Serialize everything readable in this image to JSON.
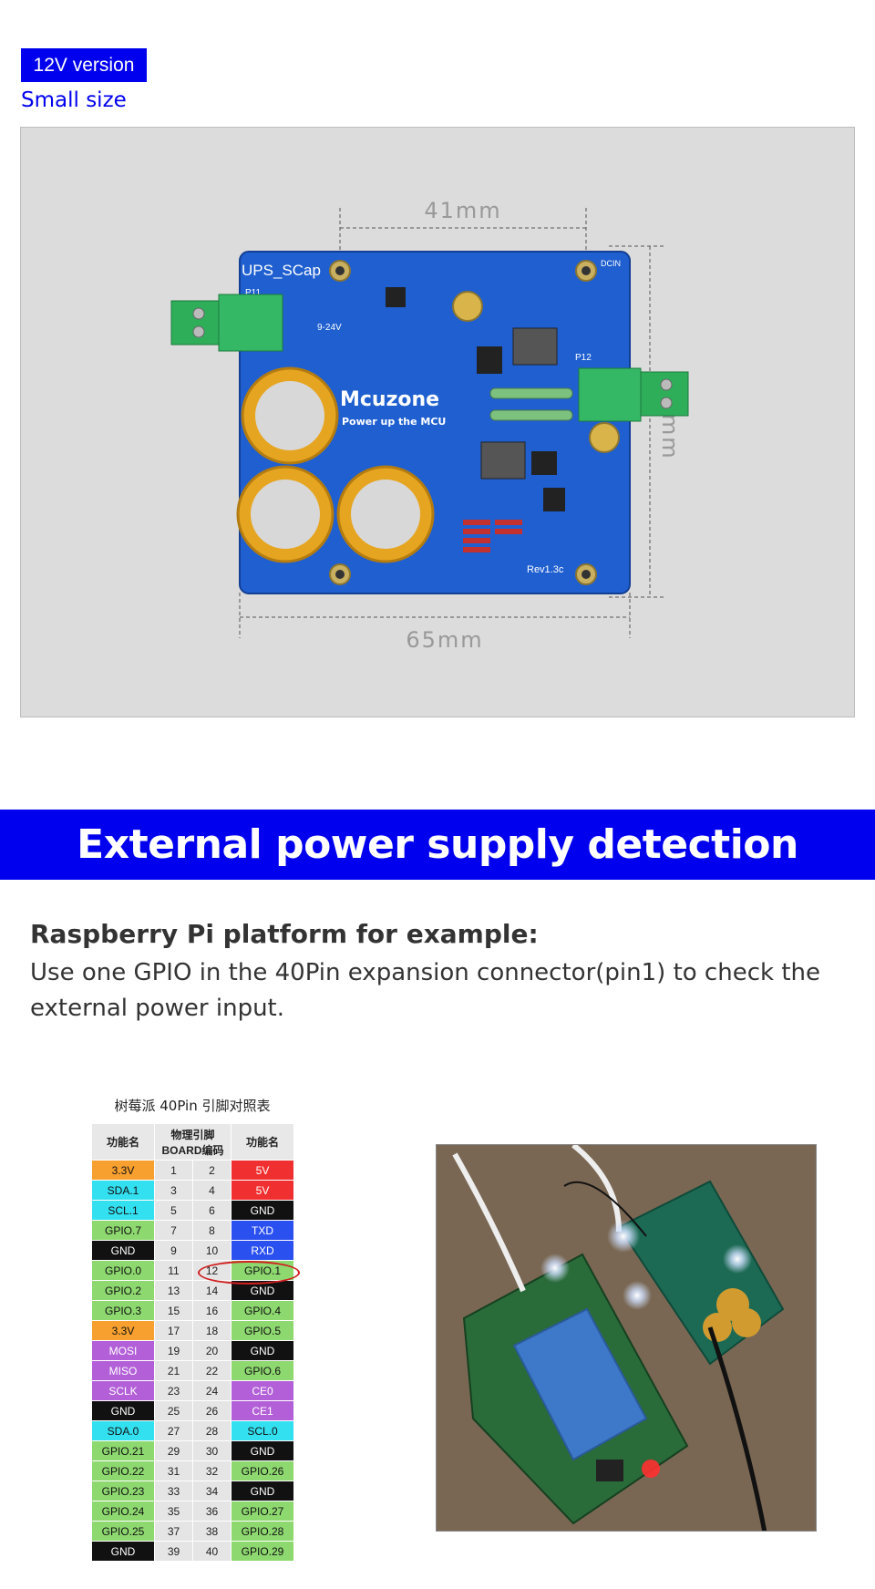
{
  "header": {
    "badge": "12V version",
    "subtitle": "Small size"
  },
  "board": {
    "width_label": "41mm",
    "full_width_label": "65mm",
    "height_label": "58mm",
    "name": "UPS_SCap",
    "logo": "Mcuzone",
    "slogan": "Power up the MCU",
    "voltage": "9-24V",
    "revision": "Rev1.3c",
    "dcin": "DCIN",
    "p11": "P11",
    "p12": "P12"
  },
  "banner": {
    "title": "External power supply detection"
  },
  "section": {
    "title": "Raspberry Pi platform for example:",
    "description": "Use one GPIO in the 40Pin expansion connector(pin1) to check the external power input."
  },
  "pin_table": {
    "caption": "树莓派 40Pin 引脚对照表",
    "headers": [
      "功能名",
      "物理引脚 BOARD编码",
      "功能名"
    ],
    "rows": [
      {
        "l": "3.3V",
        "lc": "#f7a030",
        "a": "1",
        "b": "2",
        "r": "5V",
        "rc": "#f03030"
      },
      {
        "l": "SDA.1",
        "lc": "#33e0f0",
        "a": "3",
        "b": "4",
        "r": "5V",
        "rc": "#f03030"
      },
      {
        "l": "SCL.1",
        "lc": "#33e0f0",
        "a": "5",
        "b": "6",
        "r": "GND",
        "rc": "#111111"
      },
      {
        "l": "GPIO.7",
        "lc": "#8ed870",
        "a": "7",
        "b": "8",
        "r": "TXD",
        "rc": "#2b50f0"
      },
      {
        "l": "GND",
        "lc": "#111111",
        "a": "9",
        "b": "10",
        "r": "RXD",
        "rc": "#2b50f0"
      },
      {
        "l": "GPIO.0",
        "lc": "#8ed870",
        "a": "11",
        "b": "12",
        "r": "GPIO.1",
        "rc": "#8ed870"
      },
      {
        "l": "GPIO.2",
        "lc": "#8ed870",
        "a": "13",
        "b": "14",
        "r": "GND",
        "rc": "#111111"
      },
      {
        "l": "GPIO.3",
        "lc": "#8ed870",
        "a": "15",
        "b": "16",
        "r": "GPIO.4",
        "rc": "#8ed870"
      },
      {
        "l": "3.3V",
        "lc": "#f7a030",
        "a": "17",
        "b": "18",
        "r": "GPIO.5",
        "rc": "#8ed870"
      },
      {
        "l": "MOSI",
        "lc": "#b360d8",
        "a": "19",
        "b": "20",
        "r": "GND",
        "rc": "#111111"
      },
      {
        "l": "MISO",
        "lc": "#b360d8",
        "a": "21",
        "b": "22",
        "r": "GPIO.6",
        "rc": "#8ed870"
      },
      {
        "l": "SCLK",
        "lc": "#b360d8",
        "a": "23",
        "b": "24",
        "r": "CE0",
        "rc": "#b360d8"
      },
      {
        "l": "GND",
        "lc": "#111111",
        "a": "25",
        "b": "26",
        "r": "CE1",
        "rc": "#b360d8"
      },
      {
        "l": "SDA.0",
        "lc": "#33e0f0",
        "a": "27",
        "b": "28",
        "r": "SCL.0",
        "rc": "#33e0f0"
      },
      {
        "l": "GPIO.21",
        "lc": "#8ed870",
        "a": "29",
        "b": "30",
        "r": "GND",
        "rc": "#111111"
      },
      {
        "l": "GPIO.22",
        "lc": "#8ed870",
        "a": "31",
        "b": "32",
        "r": "GPIO.26",
        "rc": "#8ed870"
      },
      {
        "l": "GPIO.23",
        "lc": "#8ed870",
        "a": "33",
        "b": "34",
        "r": "GND",
        "rc": "#111111"
      },
      {
        "l": "GPIO.24",
        "lc": "#8ed870",
        "a": "35",
        "b": "36",
        "r": "GPIO.27",
        "rc": "#8ed870"
      },
      {
        "l": "GPIO.25",
        "lc": "#8ed870",
        "a": "37",
        "b": "38",
        "r": "GPIO.28",
        "rc": "#8ed870"
      },
      {
        "l": "GND",
        "lc": "#111111",
        "a": "39",
        "b": "40",
        "r": "GPIO.29",
        "rc": "#8ed870"
      }
    ]
  },
  "colors": {
    "accent": "#0000ee",
    "board": "#1f5fd0"
  }
}
